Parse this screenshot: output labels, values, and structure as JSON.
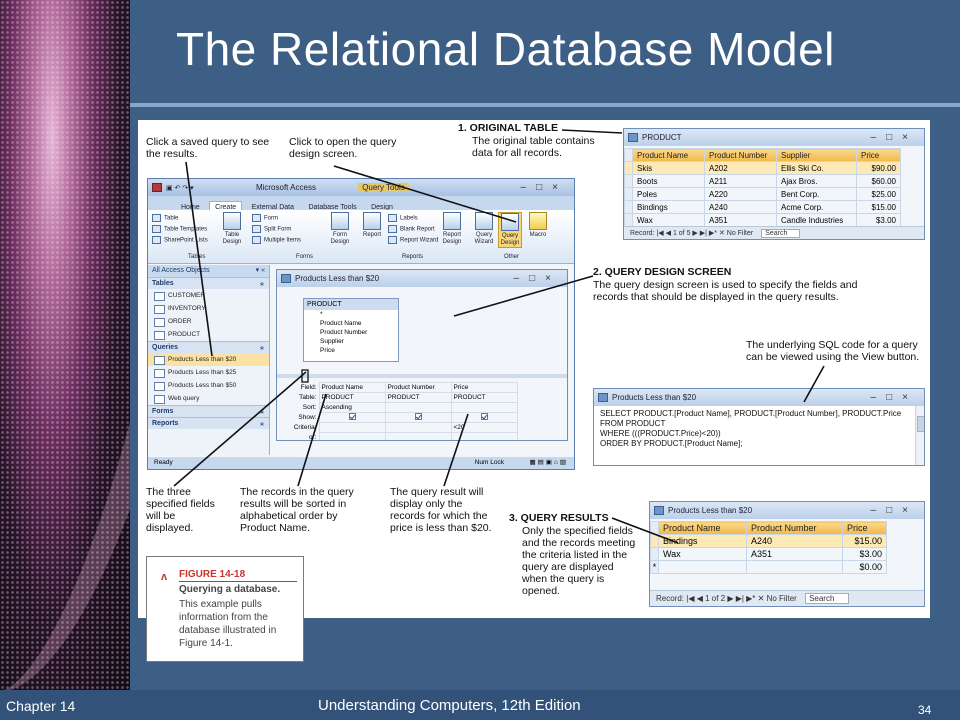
{
  "slide": {
    "title": "The Relational Database Model",
    "footer_chapter": "Chapter 14",
    "footer_book": "Understanding Computers, 12th Edition",
    "page_number": "34"
  },
  "annotations": {
    "saved_query": "Click a saved query to see the results.",
    "open_design": "Click to open the query design screen.",
    "original_table_heading": "1. ORIGINAL TABLE",
    "original_table_text": "The original table contains data for all records.",
    "design_screen_heading": "2. QUERY DESIGN SCREEN",
    "design_screen_text": "The query design screen is used to specify the fields and records that should be displayed in the query results.",
    "sql_note": "The underlying SQL code for a query can be viewed using the View button.",
    "three_fields": "The three specified fields will be displayed.",
    "sorted": "The records in the query results will be sorted in alphabetical order by Product Name.",
    "criteria": "The query result will display only the records for which the price is less than $20.",
    "results_heading": "3. QUERY RESULTS",
    "results_text": "Only the specified fields and the records meeting the criteria listed in the query are displayed when the query is opened."
  },
  "caption": {
    "figure_label": "FIGURE 14-18",
    "figure_title": "Querying a database.",
    "figure_text": "This example pulls information from the database illustrated in Figure 14-1."
  },
  "product_window": {
    "title": "PRODUCT",
    "columns": [
      "Product Name",
      "Product Number",
      "Supplier",
      "Price"
    ],
    "rows": [
      [
        "Skis",
        "A202",
        "Ellis Ski Co.",
        "$90.00"
      ],
      [
        "Boots",
        "A211",
        "Ajax Bros.",
        "$60.00"
      ],
      [
        "Poles",
        "A220",
        "Bent Corp.",
        "$25.00"
      ],
      [
        "Bindings",
        "A240",
        "Acme Corp.",
        "$15.00"
      ],
      [
        "Wax",
        "A351",
        "Candle Industries",
        "$3.00"
      ]
    ],
    "record_label": "Record:",
    "record_position": "1 of 5",
    "filter_label": "No Filter",
    "search_label": "Search"
  },
  "access_window": {
    "title": "Microsoft Access",
    "context_tab": "Query Tools",
    "tabs": [
      "Home",
      "Create",
      "External Data",
      "Database Tools",
      "Design"
    ],
    "ribbon": {
      "table": "Table",
      "table_templates": "Table Templates",
      "sharepoint_lists": "SharePoint Lists",
      "table_design": "Table Design",
      "group_tables": "Tables",
      "form": "Form",
      "split_form": "Split Form",
      "multiple_items": "Multiple Items",
      "form_design": "Form Design",
      "group_forms": "Forms",
      "report": "Report",
      "labels": "Labels",
      "blank_report": "Blank Report",
      "report_wizard": "Report Wizard",
      "report_design": "Report Design",
      "group_reports": "Reports",
      "query_wizard": "Query Wizard",
      "query_design": "Query Design",
      "macro": "Macro",
      "group_other": "Other"
    },
    "nav_header": "All Access Objects",
    "nav_tables_group": "Tables",
    "tables": [
      "CUSTOMER",
      "INVENTORY",
      "ORDER",
      "PRODUCT"
    ],
    "nav_queries_group": "Queries",
    "queries": [
      "Products Less than $20",
      "Products Less than $25",
      "Products Less than $50",
      "Web query"
    ],
    "nav_forms_group": "Forms",
    "nav_reports_group": "Reports",
    "status_left": "Ready",
    "status_right": "Num Lock"
  },
  "design_window": {
    "title": "Products Less than $20",
    "table_box_title": "PRODUCT",
    "table_box_fields": [
      "*",
      "Product Name",
      "Product Number",
      "Supplier",
      "Price"
    ],
    "grid_labels": [
      "Field:",
      "Table:",
      "Sort:",
      "Show:",
      "Criteria:",
      "or:"
    ],
    "grid_columns": [
      {
        "field": "Product Name",
        "table": "PRODUCT",
        "sort": "Ascending",
        "criteria": ""
      },
      {
        "field": "Product Number",
        "table": "PRODUCT",
        "sort": "",
        "criteria": ""
      },
      {
        "field": "Price",
        "table": "PRODUCT",
        "sort": "",
        "criteria": "<20"
      }
    ]
  },
  "sql_window": {
    "title": "Products Less than $20",
    "lines": [
      "SELECT PRODUCT.[Product Name], PRODUCT.[Product Number], PRODUCT.Price",
      "FROM PRODUCT",
      "WHERE (((PRODUCT.Price)<20))",
      "ORDER BY PRODUCT.[Product Name];"
    ]
  },
  "results_window": {
    "title": "Products Less than $20",
    "columns": [
      "Product Name",
      "Product Number",
      "Price"
    ],
    "rows": [
      [
        "Bindings",
        "A240",
        "$15.00"
      ],
      [
        "Wax",
        "A351",
        "$3.00"
      ]
    ],
    "new_row_marker": "*",
    "new_row_price": "$0.00",
    "record_label": "Record:",
    "record_position": "1 of 2",
    "filter_label": "No Filter",
    "search_label": "Search"
  },
  "colors": {
    "slide_background": "#3d5f85",
    "header_gold": "#f1b84a",
    "caption_red": "#c8352b"
  }
}
